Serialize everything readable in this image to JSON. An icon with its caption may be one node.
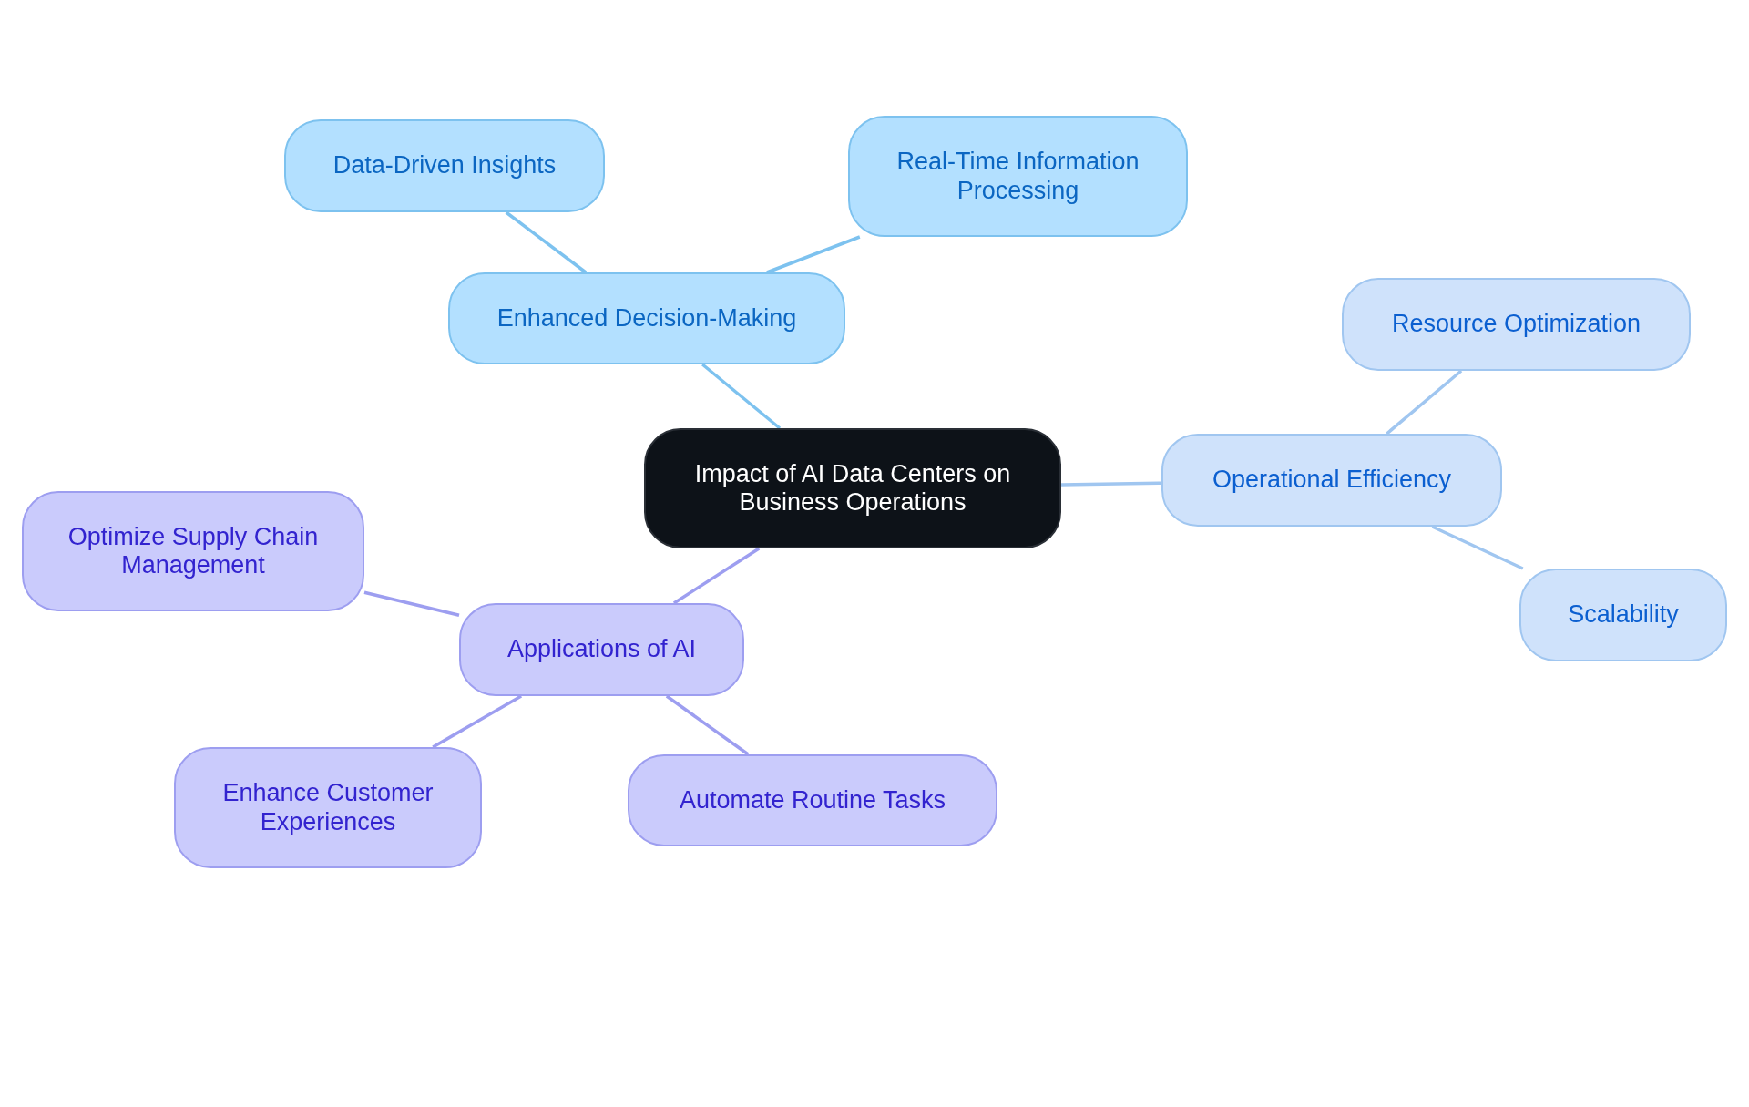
{
  "diagram": {
    "nodes": [
      {
        "text": [
          "Impact of AI Data Centers on Business Operations"
        ]
      },
      {
        "text": [
          "Enhanced Decision-Making"
        ]
      },
      {
        "text": [
          "Data-Driven Insights"
        ]
      },
      {
        "text": [
          "Real-Time Information Processing"
        ]
      },
      {
        "text": [
          "Operational Efficiency"
        ]
      },
      {
        "text": [
          "Resource Optimization"
        ]
      },
      {
        "text": [
          "Scalability"
        ]
      },
      {
        "text": [
          "Applications of AI"
        ]
      },
      {
        "text": [
          "Optimize Supply Chain Management"
        ]
      },
      {
        "text": [
          "Enhance Customer Experiences"
        ]
      },
      {
        "text": [
          "Automate Routine Tasks"
        ]
      }
    ],
    "edges": [
      {
        "from": 0,
        "to": 1,
        "arrow": "none",
        "color": "#7dc2ef"
      },
      {
        "from": 1,
        "to": 2,
        "arrow": "none",
        "color": "#7dc2ef"
      },
      {
        "from": 1,
        "to": 3,
        "arrow": "none",
        "color": "#7dc2ef"
      },
      {
        "from": 0,
        "to": 4,
        "arrow": "none",
        "color": "#a0c6f0"
      },
      {
        "from": 4,
        "to": 5,
        "arrow": "none",
        "color": "#a0c6f0"
      },
      {
        "from": 4,
        "to": 6,
        "arrow": "none",
        "color": "#a0c6f0"
      },
      {
        "from": 0,
        "to": 7,
        "arrow": "none",
        "color": "#9d9ef0"
      },
      {
        "from": 7,
        "to": 8,
        "arrow": "none",
        "color": "#9d9ef0"
      },
      {
        "from": 7,
        "to": 9,
        "arrow": "none",
        "color": "#9d9ef0"
      },
      {
        "from": 7,
        "to": 10,
        "arrow": "none",
        "color": "#9d9ef0"
      }
    ]
  }
}
